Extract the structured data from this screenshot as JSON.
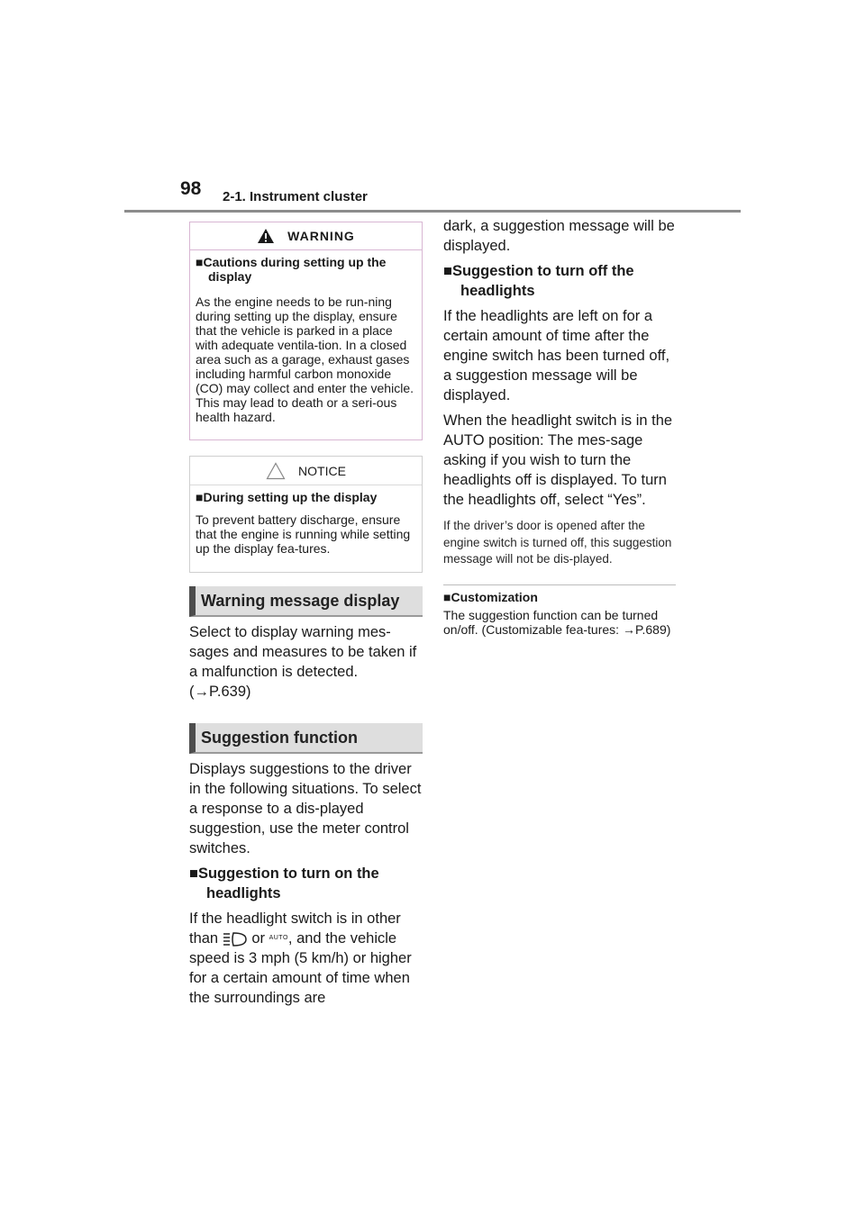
{
  "header": {
    "page_number": "98",
    "section_title": "2-1. Instrument cluster"
  },
  "warning_box": {
    "label": "WARNING",
    "subheading": "Cautions during setting up the display",
    "text": "As the engine needs to be run-ning during setting up the display, ensure that the vehicle is parked in a place with adequate ventila-tion. In a closed area such as a garage, exhaust gases including harmful carbon monoxide (CO) may collect and enter the vehicle. This may lead to death or a seri-ous health hazard."
  },
  "notice_box": {
    "label": "NOTICE",
    "subheading": "During setting up the display",
    "text": "To prevent battery discharge, ensure that the engine is running while setting up the display fea-tures."
  },
  "warning_message_display": {
    "heading": "Warning message display",
    "text_before_ref": "Select to display warning mes-sages and measures to be taken if a malfunction is detected. (",
    "ref": "P.639",
    "text_after_ref": ")"
  },
  "suggestion_function": {
    "heading": "Suggestion function",
    "intro": "Displays suggestions to the driver in the following situations. To select a response to a dis-played suggestion, use the meter control switches.",
    "turn_on": {
      "heading": "Suggestion to turn on the headlights",
      "text_line1": "If the headlight switch is in other",
      "text_than": "than",
      "text_or": "or",
      "auto_label": "AUTO",
      "text_rest": ", and the vehicle speed is 3 mph (5 km/h) or higher for a certain amount of time when the surroundings are",
      "text_continued": "dark, a suggestion message will be displayed."
    },
    "turn_off": {
      "heading": "Suggestion to turn off the headlights",
      "para1": "If the headlights are left on for a certain amount of time after the engine switch has been turned off, a suggestion message will be displayed.",
      "para2": "When the headlight switch is in the AUTO position: The mes-sage asking if you wish to turn the headlights off is displayed. To turn the headlights off, select “Yes”.",
      "note": "If the driver’s door is opened after the engine switch is turned off, this suggestion message will not be dis-played."
    }
  },
  "customization": {
    "heading": "Customization",
    "text_before_ref": "The suggestion function can be turned on/off. (Customizable fea-tures: ",
    "ref": "P.689",
    "text_after_ref": ")"
  },
  "colors": {
    "warning_border": "#d8b6d3",
    "heading_bar_bg": "#dedede",
    "heading_bar_accent": "#4d4d4d"
  },
  "icons": {
    "warning": "warning-triangle-icon",
    "notice": "notice-triangle-icon",
    "headlight": "headlight-icon",
    "auto": "auto-icon",
    "reference_arrow": "reference-arrow-icon",
    "bullet": "square-bullet"
  }
}
